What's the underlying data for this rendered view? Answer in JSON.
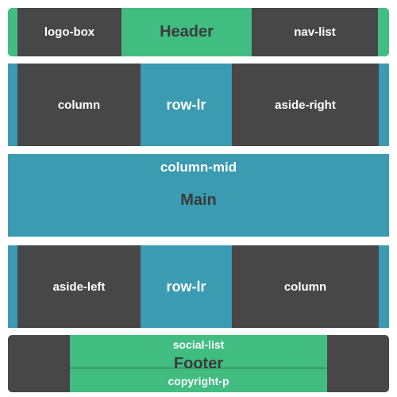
{
  "header": {
    "label": "Header",
    "logo_box": "logo-box",
    "nav_list": "nav-list"
  },
  "row_top": {
    "label": "row-lr",
    "column": "column",
    "aside_right": "aside-right"
  },
  "main": {
    "label": "Main",
    "column_mid": "column-mid"
  },
  "row_bottom": {
    "label": "row-lr",
    "aside_left": "aside-left",
    "column": "column"
  },
  "footer": {
    "label": "Footer",
    "social_list": "social-list",
    "copyright_p": "copyright-p"
  },
  "colors": {
    "green": "#41bd81",
    "teal": "#3a9bb1",
    "dark": "#474747",
    "white": "#ffffff"
  }
}
